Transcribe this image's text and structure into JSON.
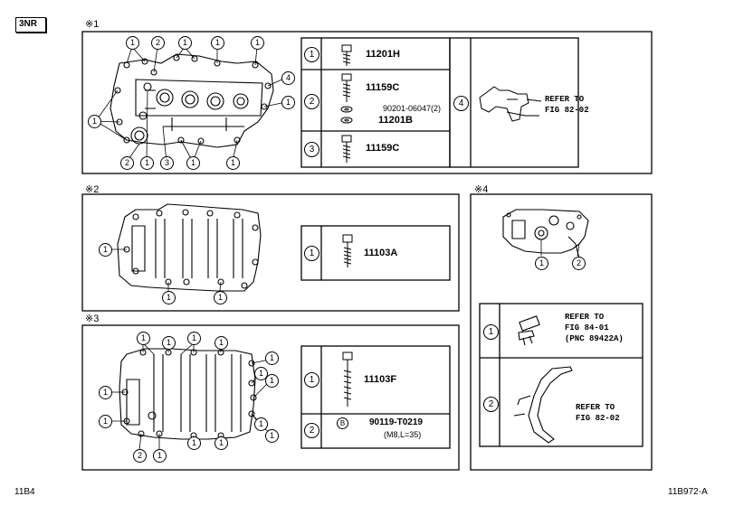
{
  "header": {
    "engine_code": "3NR",
    "group_labels": [
      "※1",
      "※2",
      "※3",
      "※4"
    ]
  },
  "footer": {
    "page_code_left": "11B4",
    "figure_code_right": "11B972-A"
  },
  "callout_numbers": [
    "1",
    "2",
    "3",
    "4"
  ],
  "fastener_markers": [
    "B"
  ],
  "panel1": {
    "rows": [
      {
        "index": "1",
        "part": "11201H"
      },
      {
        "index": "2",
        "part": "11159C",
        "washer_part": "90201-06047(2)",
        "extra_part": "11201B"
      },
      {
        "index": "3",
        "part": "11159C"
      },
      {
        "index": "4",
        "ref_line1": "REFER TO",
        "ref_line2": "FIG 82-02"
      }
    ]
  },
  "panel2": {
    "rows": [
      {
        "index": "1",
        "part": "11103A"
      }
    ]
  },
  "panel3": {
    "rows": [
      {
        "index": "1",
        "part": "11103F"
      },
      {
        "index": "2",
        "marker": "B",
        "part": "90119-T0219",
        "spec": "(M8,L=35)"
      }
    ]
  },
  "panel4": {
    "rows": [
      {
        "index": "1",
        "ref_line1": "REFER TO",
        "ref_line2": "FIG 84-01",
        "ref_line3": "(PNC 89422A)"
      },
      {
        "index": "2",
        "ref_line1": "REFER TO",
        "ref_line2": "FIG 82-02"
      }
    ]
  }
}
